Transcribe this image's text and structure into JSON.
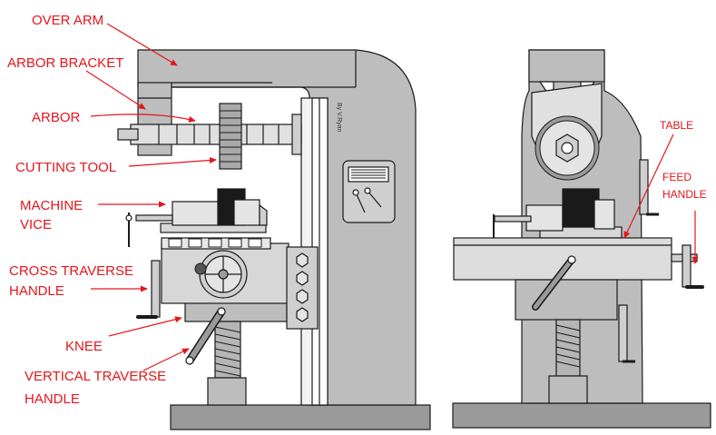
{
  "colors": {
    "label": "#e5151b",
    "body": "#bdbdbd",
    "light": "#e4e4e4",
    "dark": "#8e8e8e",
    "line": "#1a1a1a",
    "base": "#9a9a9a"
  },
  "labels": {
    "over_arm": "OVER ARM",
    "arbor_bracket": "ARBOR BRACKET",
    "arbor": "ARBOR",
    "cutting_tool": "CUTTING TOOL",
    "machine_vice_1": "MACHINE",
    "machine_vice_2": "VICE",
    "cross_traverse_1": "CROSS TRAVERSE",
    "cross_traverse_2": "HANDLE",
    "knee": "KNEE",
    "vertical_traverse_1": "VERTICAL TRAVERSE",
    "vertical_traverse_2": "HANDLE",
    "table": "TABLE",
    "feed_handle_1": "FEED",
    "feed_handle_2": "HANDLE"
  },
  "signature": "By V.Ryan"
}
